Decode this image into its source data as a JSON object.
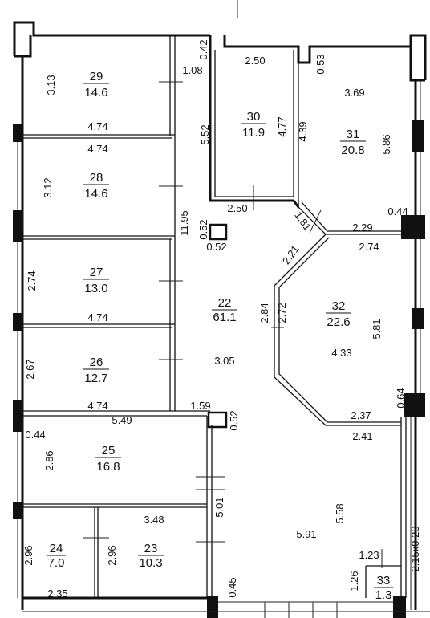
{
  "rooms": [
    {
      "id": "room-29",
      "number": "29",
      "area": "14.6"
    },
    {
      "id": "room-28",
      "number": "28",
      "area": "14.6"
    },
    {
      "id": "room-27",
      "number": "27",
      "area": "13.0"
    },
    {
      "id": "room-26",
      "number": "26",
      "area": "12.7"
    },
    {
      "id": "room-25",
      "number": "25",
      "area": "16.8"
    },
    {
      "id": "room-24",
      "number": "24",
      "area": "7.0"
    },
    {
      "id": "room-23",
      "number": "23",
      "area": "10.3"
    },
    {
      "id": "room-22",
      "number": "22",
      "area": "61.1"
    },
    {
      "id": "room-30",
      "number": "30",
      "area": "11.9"
    },
    {
      "id": "room-31",
      "number": "31",
      "area": "20.8"
    },
    {
      "id": "room-32",
      "number": "32",
      "area": "22.6"
    },
    {
      "id": "room-33",
      "number": "33",
      "area": "1.3"
    }
  ],
  "dimensions": {
    "d313": "3.13",
    "d108": "1.08",
    "d042": "0.42",
    "d250a": "2.50",
    "d053": "0.53",
    "d369": "3.69",
    "d474a": "4.74",
    "d552": "5.52",
    "d477": "4.77",
    "d439": "4.39",
    "d586": "5.86",
    "d474b": "4.74",
    "d312": "3.12",
    "d250b": "2.50",
    "d044a": "0.44",
    "d1195": "11.95",
    "d181": "1.81",
    "d229": "2.29",
    "d052a": "0.52",
    "d052b": "0.52",
    "d274a": "2.74",
    "d221": "2.21",
    "d274b": "2.74",
    "d284": "2.84",
    "d272": "2.72",
    "d581": "5.81",
    "d474c": "4.74",
    "d433": "4.33",
    "d267": "2.67",
    "d305": "3.05",
    "d064": "0.64",
    "d474d": "4.74",
    "d159": "1.59",
    "d237": "2.37",
    "d549": "5.49",
    "d052c": "0.52",
    "d241": "2.41",
    "d044b": "0.44",
    "d286": "2.86",
    "d501": "5.01",
    "d558": "5.58",
    "d348": "3.48",
    "d296a": "2.96",
    "d296b": "2.96",
    "d591": "5.91",
    "d215": "2.15x0.23",
    "d123": "1.23",
    "d126": "1.26",
    "d045": "0.45",
    "d235": "2.35"
  }
}
